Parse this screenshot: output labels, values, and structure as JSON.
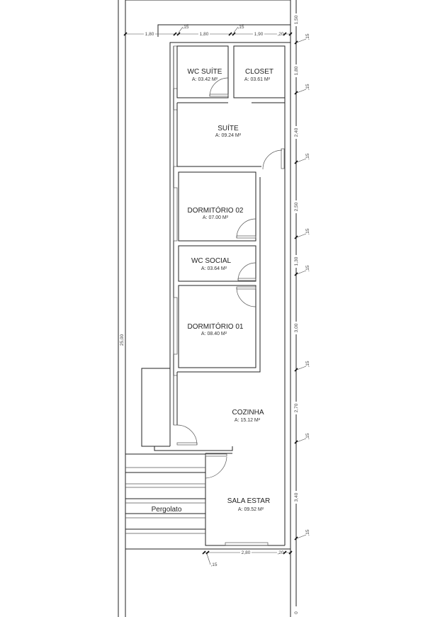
{
  "rooms": {
    "wc_suite": {
      "name": "WC SUÍTE",
      "area": "A: 03.42 M²"
    },
    "closet": {
      "name": "CLOSET",
      "area": "A: 03.61 M²"
    },
    "suite": {
      "name": "SUÍTE",
      "area": "A: 09.24 M²"
    },
    "dorm02": {
      "name": "DORMITÓRIO 02",
      "area": "A: 07.00 M²"
    },
    "wc_social": {
      "name": "WC SOCIAL",
      "area": "A: 03.64 M²"
    },
    "dorm01": {
      "name": "DORMITÓRIO 01",
      "area": "A: 08.40 M²"
    },
    "cozinha": {
      "name": "COZINHA",
      "area": "A: 15.12 M²"
    },
    "sala": {
      "name": "SALA ESTAR",
      "area": "A: 09.52 M²"
    },
    "pergolato": {
      "name": "Pergolato"
    }
  },
  "dimensions": {
    "top": [
      "1,80",
      ",15",
      "1,80",
      ",15",
      "1,90",
      ",20"
    ],
    "right": [
      "1,50",
      "1,80",
      "2,40",
      "2,50",
      "1,30",
      "3,00",
      "2,70",
      "3,40",
      "0"
    ],
    "right_walls": ",15",
    "left_total": "25,00",
    "bottom": [
      "2,80",
      ",20",
      ",15"
    ]
  }
}
